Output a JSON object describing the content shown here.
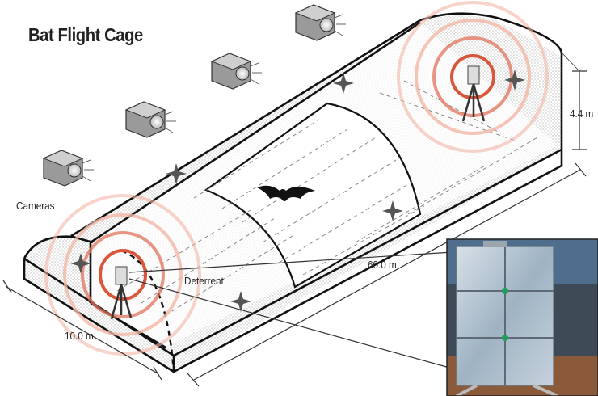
{
  "title": "Bat Flight Cage",
  "labels": {
    "cameras": "Cameras",
    "deterrent": "Deterrent",
    "length": "60.0 m",
    "width": "10.0 m",
    "height": "4.4 m"
  },
  "icons": [
    "camera-icon",
    "bat-icon",
    "light-star-icon",
    "deterrent-tripod-icon"
  ],
  "colors": {
    "rings": "#e2725b",
    "rings_light": "#f2b6a6",
    "outline": "#111111",
    "panel": "#b9c8d4",
    "panel_dot": "#1fa05a"
  }
}
